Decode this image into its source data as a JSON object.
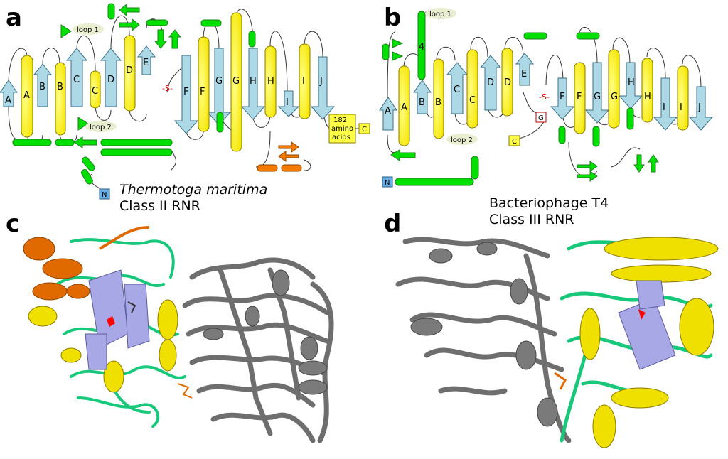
{
  "colors": {
    "helix": "#ffff00",
    "strand": "#add8e6",
    "green": "#00e000",
    "orange": "#f47a00",
    "loop_bubble": "#e8eecf",
    "cys_box": "#ffff44",
    "n_box": "#6ab0e8",
    "ribbon_green": "#18c87a",
    "ribbon_gray": "#6e6e6e",
    "ribbon_yellow": "#f0e000",
    "ribbon_orange": "#e06a00",
    "ribbon_lilac": "#a8a8e6",
    "active_site": "#ff0000"
  },
  "panels": {
    "a": {
      "letter": "a",
      "organism_italic": "Thermotoga maritima",
      "enzyme_class": "Class II RNR",
      "loops": [
        "loop 1",
        "loop 2"
      ],
      "strands": [
        "A",
        "B",
        "C",
        "D",
        "E",
        "F",
        "G",
        "H",
        "I",
        "J"
      ],
      "helices": [
        "A",
        "B",
        "C",
        "D",
        "F",
        "G",
        "H",
        "I"
      ],
      "c_term": [
        "182",
        "amino",
        "acids"
      ],
      "c_label": "C",
      "n_label": "N",
      "cys_symbol": "-S-"
    },
    "b": {
      "letter": "b",
      "organism": "Bacteriophage T4",
      "enzyme_class": "Class III RNR",
      "loops": [
        "loop 1",
        "loop 2"
      ],
      "helix_4": "4",
      "strands": [
        "A",
        "B",
        "C",
        "D",
        "E",
        "F",
        "G",
        "H",
        "I",
        "J"
      ],
      "helices": [
        "A",
        "B",
        "C",
        "D",
        "F",
        "G",
        "H",
        "I"
      ],
      "c_label": "C",
      "n_label": "N",
      "g_label": "G",
      "cys_symbol": "-S-"
    },
    "c": {
      "letter": "c"
    },
    "d": {
      "letter": "d"
    }
  }
}
